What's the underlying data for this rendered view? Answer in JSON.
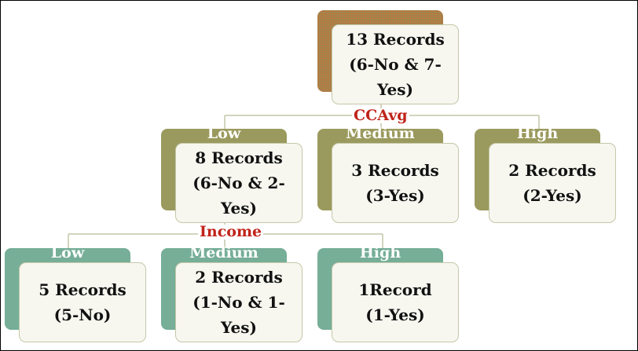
{
  "colors": {
    "olive": "#9b9a5e",
    "teal": "#76ae98",
    "split_label": "#c0241a",
    "box_fill": "#f7f7f0",
    "connector": "#c4c7a8"
  },
  "root": {
    "line1": "13 Records",
    "line2": "(6-No & 7-",
    "line3": "Yes)",
    "split": "CCAvg"
  },
  "level1": [
    {
      "branch": "Low",
      "line1": "8 Records",
      "line2": "(6-No & 2-",
      "line3": "Yes)"
    },
    {
      "branch": "Medium",
      "line1": "3 Records",
      "line2": "(3-Yes)"
    },
    {
      "branch": "High",
      "line1": "2 Records",
      "line2": "(2-Yes)"
    }
  ],
  "level1_split": "Income",
  "level2": [
    {
      "branch": "Low",
      "line1": "5 Records",
      "line2": "(5-No)"
    },
    {
      "branch": "Medium",
      "line1": "2 Records",
      "line2": "(1-No & 1-",
      "line3": "Yes)"
    },
    {
      "branch": "High",
      "line1": "1Record",
      "line2": "(1-Yes)"
    }
  ]
}
